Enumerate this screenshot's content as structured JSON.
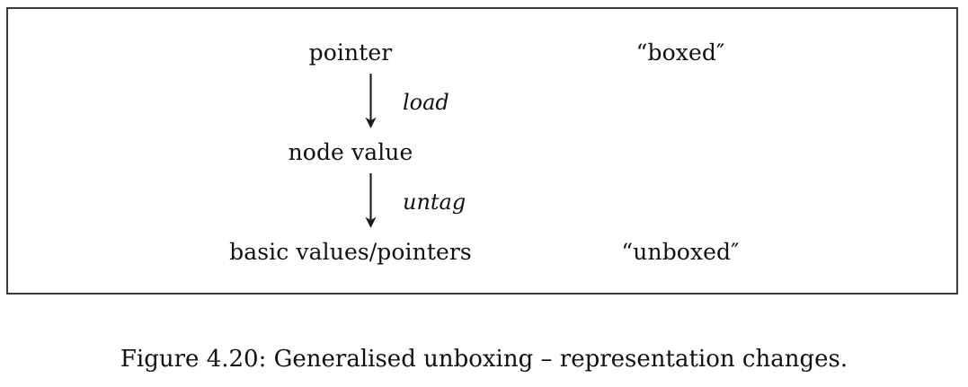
{
  "figure": {
    "caption": "Figure 4.20: Generalised unboxing – representation changes.",
    "frame_color": "#3a3a3a",
    "background_color": "#ffffff",
    "text_color": "#111111"
  },
  "diagram": {
    "type": "vertical-flow",
    "left_column": {
      "nodes": [
        {
          "label": "pointer"
        },
        {
          "label": "node value"
        },
        {
          "label": "basic values/pointers"
        }
      ]
    },
    "right_column": {
      "annotations": [
        {
          "label": "“boxed″"
        },
        {
          "label": "“unboxed″"
        }
      ]
    },
    "edges": [
      {
        "label": "load",
        "from": "pointer",
        "to": "node value",
        "direction": "down"
      },
      {
        "label": "untag",
        "from": "node value",
        "to": "basic values/pointers",
        "direction": "down"
      }
    ]
  }
}
